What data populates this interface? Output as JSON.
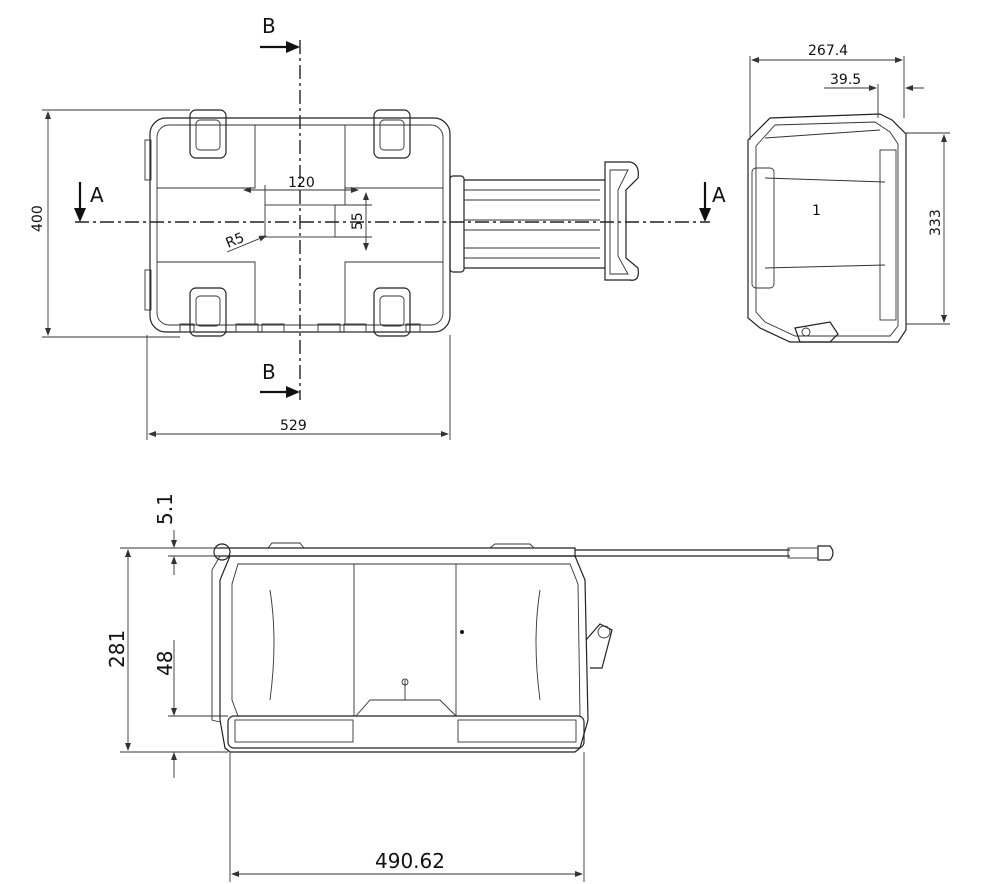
{
  "section_marks": {
    "b_top": "B",
    "b_bottom": "B",
    "a_left": "A",
    "a_right": "A"
  },
  "top_view": {
    "dim_width": "529",
    "dim_height": "400",
    "dim_label_width": "120",
    "dim_label_height": "55",
    "dim_radius": "R5"
  },
  "side_view": {
    "dim_depth": "267.4",
    "dim_offset": "39.5",
    "dim_height": "333",
    "center_mark": "1"
  },
  "front_view": {
    "dim_lid": "5.1",
    "dim_height": "281",
    "dim_base": "48",
    "dim_width": "490.62"
  }
}
